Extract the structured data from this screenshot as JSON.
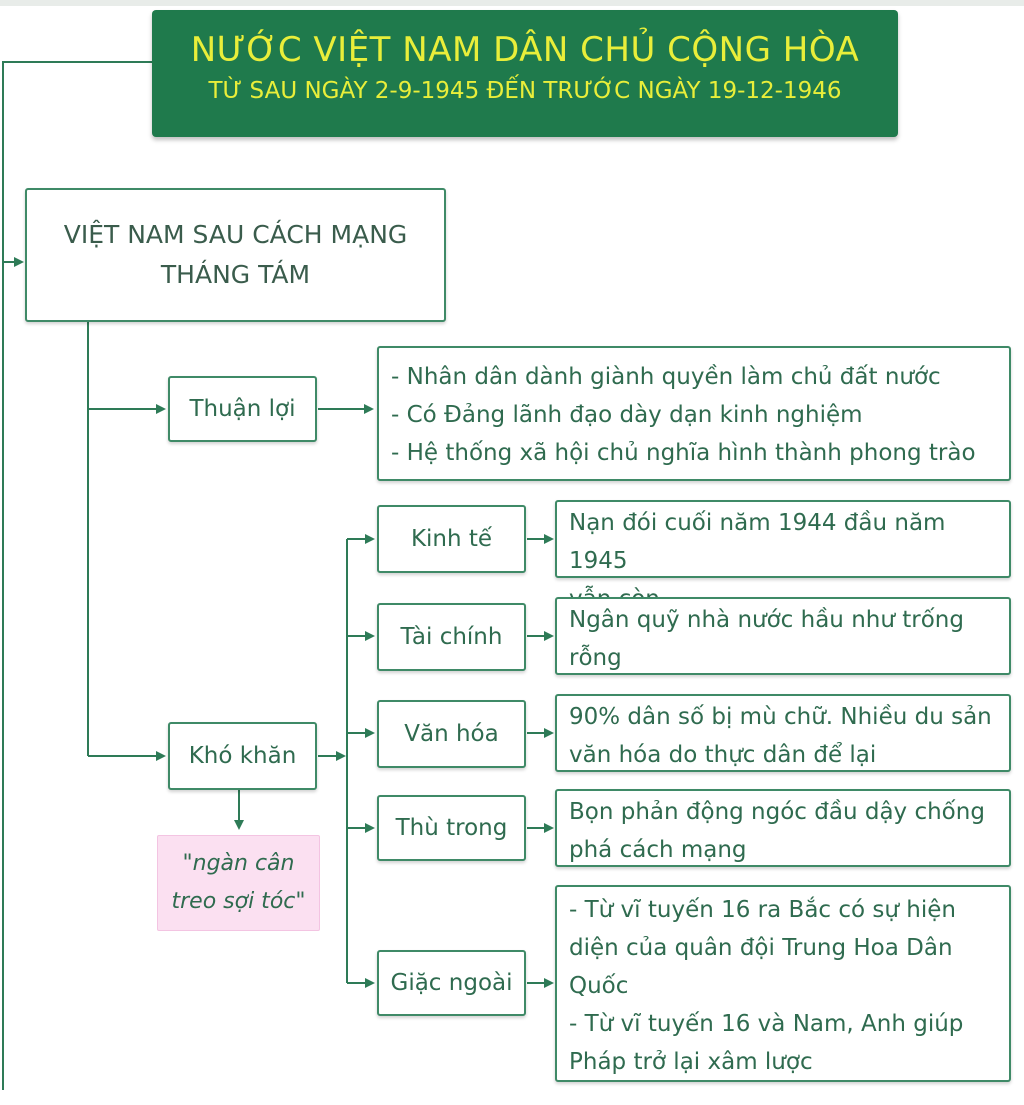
{
  "header": {
    "title": "NƯỚC VIỆT NAM DÂN CHỦ CỘNG HÒA",
    "subtitle": "TỪ SAU NGÀY 2-9-1945 ĐẾN TRƯỚC NGÀY 19-12-1946"
  },
  "root": {
    "label_line1": "VIỆT NAM SAU CÁCH MẠNG",
    "label_line2": "THÁNG TÁM"
  },
  "advantages": {
    "label": "Thuận lợi",
    "items": [
      "- Nhân dân dành giành quyền làm chủ đất nước",
      "- Có Đảng lãnh đạo dày dạn kinh nghiệm",
      "- Hệ thống xã hội chủ nghĩa hình thành phong trào"
    ]
  },
  "difficulties": {
    "label": "Khó khăn",
    "quote_line1": "\"ngàn cân",
    "quote_line2": "treo sợi tóc\"",
    "categories": [
      {
        "label": "Kinh tế",
        "lines": [
          "Nạn đói cuối năm 1944 đầu năm 1945",
          "vẫn còn."
        ]
      },
      {
        "label": "Tài chính",
        "lines": [
          "Ngân quỹ nhà nước hầu như trống",
          "rỗng"
        ]
      },
      {
        "label": "Văn hóa",
        "lines": [
          "90% dân số bị mù chữ. Nhiều du sản",
          "văn hóa do thực dân để lại"
        ]
      },
      {
        "label": "Thù trong",
        "lines": [
          "Bọn phản động ngóc đầu dậy chống",
          "phá cách mạng"
        ]
      },
      {
        "label": "Giặc ngoài",
        "lines": [
          "- Từ vĩ tuyến 16 ra Bắc có sự hiện",
          "diện của quân đội Trung Hoa Dân",
          "Quốc",
          "- Từ vĩ tuyến 16 và Nam, Anh giúp",
          "Pháp trở lại xâm lược"
        ]
      }
    ]
  }
}
